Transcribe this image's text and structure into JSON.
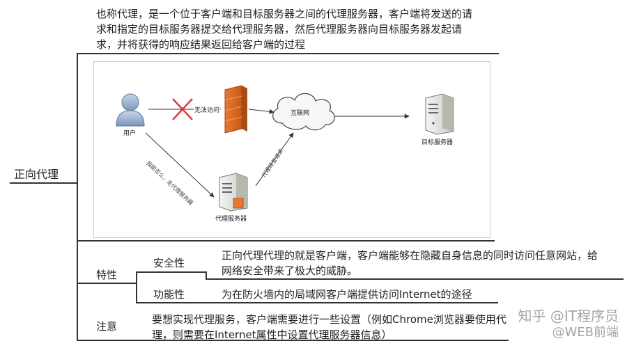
{
  "root": {
    "label": "正向代理"
  },
  "definition": {
    "lines": [
      "也称代理，是一个位于客户端和目标服务器之间的代理服务器，客户端将发送的请",
      "求和指定的目标服务器提交给代理服务器，然后代理服务器向目标服务器发起请",
      "求，并将获得的响应结果返回给客户端的过程"
    ]
  },
  "diagram": {
    "user_label": "用户",
    "blocked_label": "无法访问",
    "internet_label": "互联网",
    "target_label": "目标服务器",
    "proxy_label": "代理服务器",
    "user_to_proxy_label": "我能否么，走代理服务器",
    "proxy_to_internet_label": "代理转发请求"
  },
  "features": {
    "label": "特性",
    "items": [
      {
        "label": "安全性",
        "lines": [
          "正向代理代理的就是客户端，客户端能够在隐藏自身信息的同时访问任意网站，给",
          "网络安全带来了极大的威胁。"
        ]
      },
      {
        "label": "功能性",
        "lines": [
          "为在防火墙内的局域网客户端提供访问Internet的途径"
        ]
      }
    ]
  },
  "notes": {
    "label": "注意",
    "lines": [
      "要想实现代理服务，客户端需要进行一些设置（例如Chrome浏览器要使用代",
      "理，则需要在Internet属性中设置代理服务器信息）"
    ]
  },
  "watermark": {
    "line1": "知乎 @IT程序员",
    "line2": "@WEB前端"
  }
}
